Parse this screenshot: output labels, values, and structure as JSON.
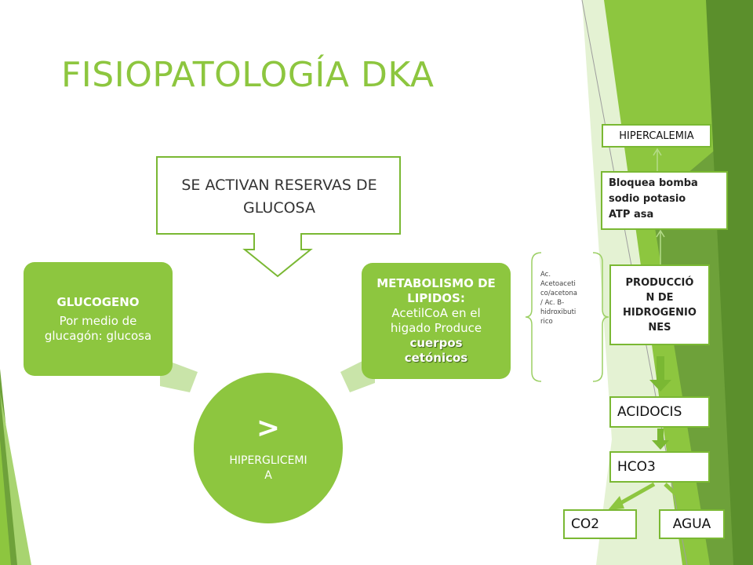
{
  "slide": {
    "title": "FISIOPATOLOGÍA DKA",
    "callout": {
      "line1": "SE ACTIVAN RESERVAS DE",
      "line2": "GLUCOSA"
    },
    "glucogeno": {
      "heading": "GLUCOGENO",
      "line1": "Por medio de",
      "line2": "glucagón: glucosa"
    },
    "lipidos": {
      "line1": "METABOLISMO DE",
      "line2": "LIPIDOS:",
      "line3": "AcetilCoA en el",
      "line4": "higado Produce",
      "line5": "cuerpos",
      "line6": "cetónicos"
    },
    "hiperglicemia": {
      "symbol": ">",
      "line1": "HIPERGLICEMI",
      "line2": "A"
    },
    "bracket_note": {
      "line1": "Ac.",
      "line2": "Acetoaceti",
      "line3": "co/acetona",
      "line4": "/ Ac. B-",
      "line5": "hidroxibuti",
      "line6": "rico"
    },
    "flow": {
      "hipercalemia": "HIPERCALEMIA",
      "bloquea": {
        "line1": "Bloquea bomba",
        "line2": "sodio potasio",
        "line3": "ATP asa"
      },
      "produccion": {
        "line1": "PRODUCCIÓ",
        "line2": "N DE",
        "line3": "HIDROGENIO",
        "line4": "NES"
      },
      "acidocis": "ACIDOCIS",
      "hco3": "HCO3",
      "co2": "CO2",
      "agua": "AGUA"
    },
    "colors": {
      "accent": "#8dc63f",
      "dark_green": "#6ea13a",
      "light_arrow": "#c9e4a9",
      "box_border": "#7ab833",
      "title": "#8dc63f"
    }
  }
}
